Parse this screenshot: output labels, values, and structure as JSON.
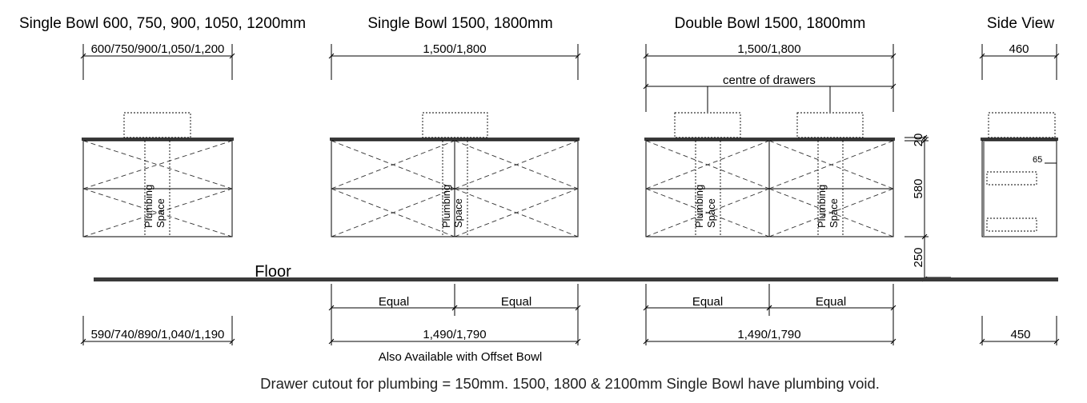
{
  "titles": {
    "single_small": "Single Bowl 600, 750, 900, 1050, 1200mm",
    "single_large": "Single Bowl 1500, 1800mm",
    "double": "Double Bowl 1500, 1800mm",
    "side": "Side View"
  },
  "dimensions": {
    "single_small_top": "600/750/900/1,050/1,200",
    "single_small_bottom": "590/740/890/1,040/1,190",
    "single_large_top": "1,500/1,800",
    "single_large_bottom": "1,490/1,790",
    "double_top": "1,500/1,800",
    "double_bottom": "1,490/1,790",
    "centre_of_drawers": "centre of drawers",
    "equal": "Equal",
    "side_top": "460",
    "side_bottom": "450",
    "side_inset": "65",
    "benchtop": "20",
    "cabinet_height": "580",
    "floor_clearance": "250"
  },
  "labels": {
    "plumbing": "Plumbing",
    "space": "Space",
    "floor": "Floor",
    "offset_note": "Also Available with Offset Bowl",
    "footer_note": "Drawer cutout for plumbing = 150mm. 1500, 1800 & 2100mm Single Bowl have plumbing void."
  }
}
